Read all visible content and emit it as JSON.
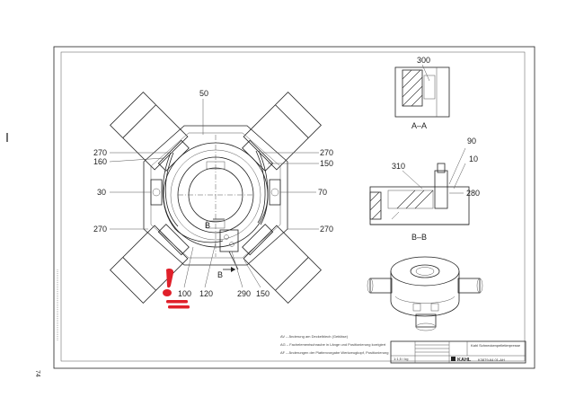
{
  "main_view": {
    "labels": {
      "top": "50",
      "upper_left_a": "270",
      "upper_left_b": "160",
      "upper_right_a": "270",
      "upper_right_b": "150",
      "mid_left": "30",
      "mid_right": "70",
      "lower_left": "270",
      "lower_right": "270",
      "section_b_upper": "B",
      "section_b_lower": "B",
      "bottom_100": "100",
      "bottom_120": "120",
      "bottom_290": "290",
      "bottom_150": "150"
    }
  },
  "section_aa": {
    "item": "300",
    "caption": "A–A"
  },
  "section_bb": {
    "item_90": "90",
    "item_10": "10",
    "item_310": "310",
    "item_280": "280",
    "caption": "B–B"
  },
  "side_mark": "74",
  "revision_notes": [
    "AV – Änderung am Deckelblech (Gebläse)",
    "AG – Fachelementschraube in Länge und Positionierung korrigiert",
    "AF – Änderungen der Plattenvorgabe Werkzeugkopf, Positionierung"
  ],
  "title_block": {
    "scale": "1:1,5 / kg",
    "company": "KAHL",
    "drawing_no": "K3879-64 01-AH",
    "title_line": "Kahl Schneckenpelletierpresse"
  },
  "colors": {
    "line": "#222222",
    "annotation": "#e0202a"
  }
}
